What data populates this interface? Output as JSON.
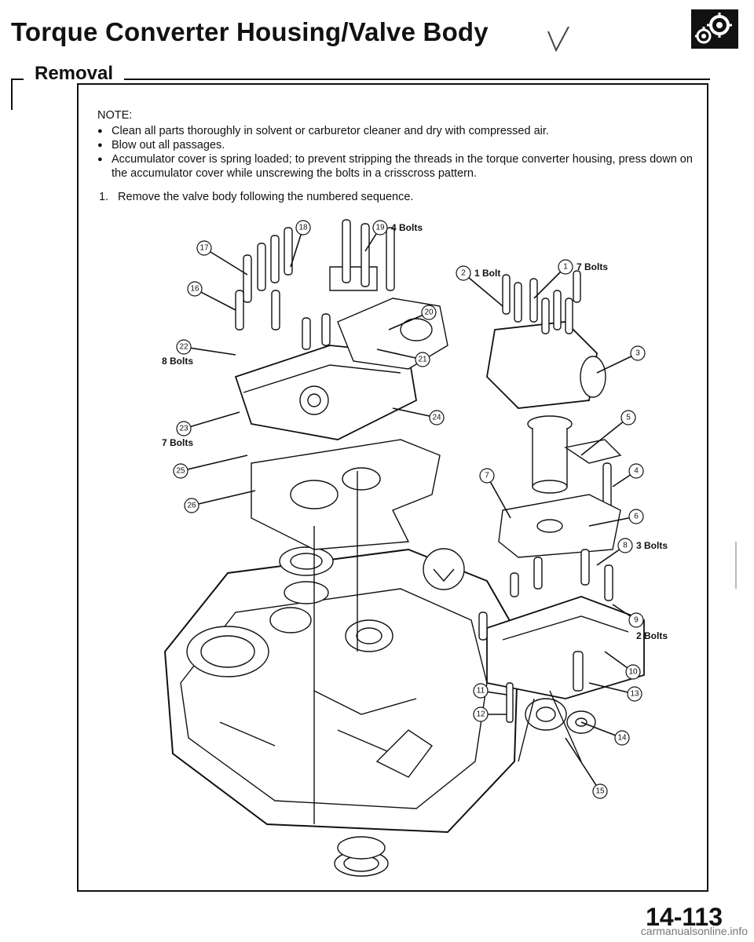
{
  "header": {
    "title": "Torque Converter Housing/Valve Body",
    "section": "Removal"
  },
  "notes": {
    "label": "NOTE:",
    "items": [
      "Clean all parts thoroughly in solvent or carburetor cleaner and dry with compressed air.",
      "Blow out all passages.",
      "Accumulator cover is spring loaded; to prevent stripping the threads in the torque converter housing, press down on the accumulator cover while unscrewing the bolts in a crisscross pattern."
    ]
  },
  "step": {
    "number": "1.",
    "text": "Remove the valve body following the numbered sequence."
  },
  "figure": {
    "callouts": [
      {
        "num": "1",
        "label": "7 Bolts"
      },
      {
        "num": "2",
        "label": "1 Bolt"
      },
      {
        "num": "3",
        "label": ""
      },
      {
        "num": "4",
        "label": ""
      },
      {
        "num": "5",
        "label": ""
      },
      {
        "num": "6",
        "label": ""
      },
      {
        "num": "7",
        "label": ""
      },
      {
        "num": "8",
        "label": "3 Bolts"
      },
      {
        "num": "9",
        "label": "2 Bolts"
      },
      {
        "num": "10",
        "label": ""
      },
      {
        "num": "11",
        "label": ""
      },
      {
        "num": "12",
        "label": ""
      },
      {
        "num": "13",
        "label": ""
      },
      {
        "num": "14",
        "label": ""
      },
      {
        "num": "15",
        "label": ""
      },
      {
        "num": "16",
        "label": ""
      },
      {
        "num": "17",
        "label": ""
      },
      {
        "num": "18",
        "label": ""
      },
      {
        "num": "19",
        "label": "4 Bolts"
      },
      {
        "num": "20",
        "label": ""
      },
      {
        "num": "21",
        "label": ""
      },
      {
        "num": "22",
        "label": "8 Bolts"
      },
      {
        "num": "23",
        "label": "7 Bolts"
      },
      {
        "num": "24",
        "label": ""
      },
      {
        "num": "25",
        "label": ""
      },
      {
        "num": "26",
        "label": ""
      }
    ]
  },
  "footer": {
    "page_number": "14-113",
    "watermark": "carmanualsonline.info"
  }
}
